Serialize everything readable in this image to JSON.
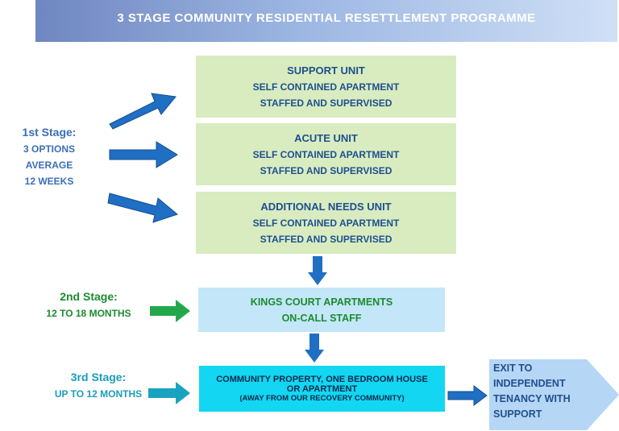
{
  "header": {
    "title": "3 STAGE COMMUNITY RESIDENTIAL RESETTLEMENT PROGRAMME"
  },
  "stage1": {
    "label": "1st Stage:",
    "options": "3 OPTIONS",
    "average": "AVERAGE",
    "duration": "12 WEEKS",
    "units": [
      {
        "name": "SUPPORT UNIT",
        "line1": "SELF CONTAINED APARTMENT",
        "line2": "STAFFED AND SUPERVISED"
      },
      {
        "name": "ACUTE UNIT",
        "line1": "SELF CONTAINED APARTMENT",
        "line2": "STAFFED AND SUPERVISED"
      },
      {
        "name": "ADDITIONAL NEEDS UNIT",
        "line1": "SELF CONTAINED APARTMENT",
        "line2": "STAFFED AND SUPERVISED"
      }
    ]
  },
  "stage2": {
    "label": "2nd Stage:",
    "duration": "12 TO 18 MONTHS",
    "box": {
      "name": "KINGS COURT APARTMENTS",
      "line1": "ON-CALL STAFF"
    }
  },
  "stage3": {
    "label": "3rd Stage:",
    "duration": "UP TO 12 MONTHS",
    "box": {
      "line1": "COMMUNITY PROPERTY, ONE BEDROOM HOUSE",
      "line2": "OR APARTMENT",
      "line3": "(AWAY FROM OUR RECOVERY COMMUNITY)"
    }
  },
  "exit": {
    "line1": "EXIT TO",
    "line2": "INDEPENDENT",
    "line3": "TENANCY WITH",
    "line4": "SUPPORT"
  },
  "colors": {
    "arrow_blue": "#1f6fc4",
    "arrow_green": "#22a84a",
    "arrow_teal": "#1aa3c0",
    "unit_fill": "#d8ecc0",
    "stage2_fill": "#c3e6f9",
    "stage3_fill": "#12d6f2",
    "exit_fill": "#b5d6f5"
  }
}
